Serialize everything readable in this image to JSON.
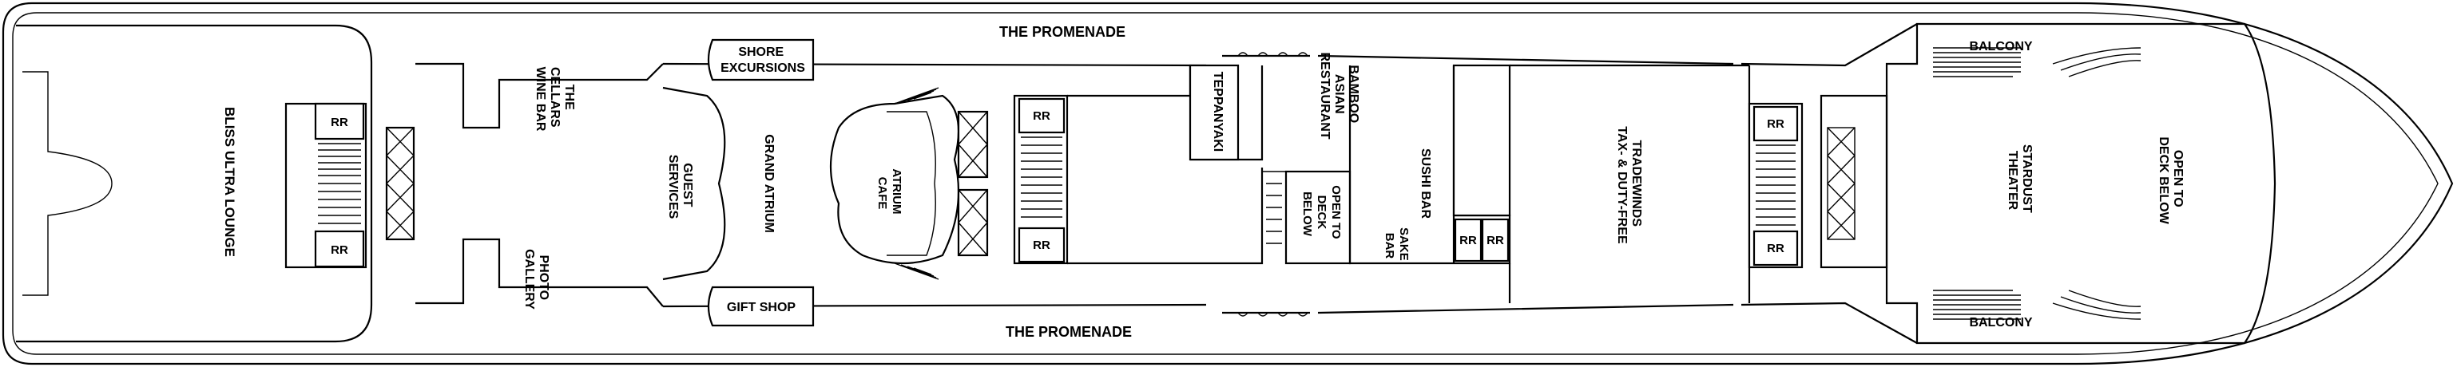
{
  "colors": {
    "line": "#000000",
    "background": "#ffffff"
  },
  "labels": {
    "promenade_top": "THE PROMENADE",
    "promenade_bottom": "THE PROMENADE",
    "bliss": "BLISS ULTRA LOUNGE",
    "cellars": [
      "THE",
      "CELLARS",
      "WINE BAR"
    ],
    "photo": [
      "PHOTO",
      "GALLERY"
    ],
    "guest": [
      "GUEST",
      "SERVICES"
    ],
    "grand_atrium": "GRAND ATRIUM",
    "shore": [
      "SHORE",
      "EXCURSIONS"
    ],
    "gift": "GIFT SHOP",
    "atrium_cafe": [
      "ATRIUM",
      "CAFE"
    ],
    "teppanyaki": "TEPPANYAKI",
    "bamboo": [
      "BAMBOO",
      "ASIAN",
      "RESTAURANT"
    ],
    "open_deck_mid": [
      "OPEN TO",
      "DECK",
      "BELOW"
    ],
    "sushi": "SUSHI BAR",
    "sake": [
      "SAKE",
      "BAR"
    ],
    "tradewinds": [
      "TRADEWINDS",
      "TAX- & DUTY-FREE"
    ],
    "stardust": [
      "STARDUST",
      "THEATER"
    ],
    "open_deck_bow": [
      "OPEN TO",
      "DECK BELOW"
    ],
    "balcony_top": "BALCONY",
    "balcony_bottom": "BALCONY",
    "rr": "RR"
  }
}
